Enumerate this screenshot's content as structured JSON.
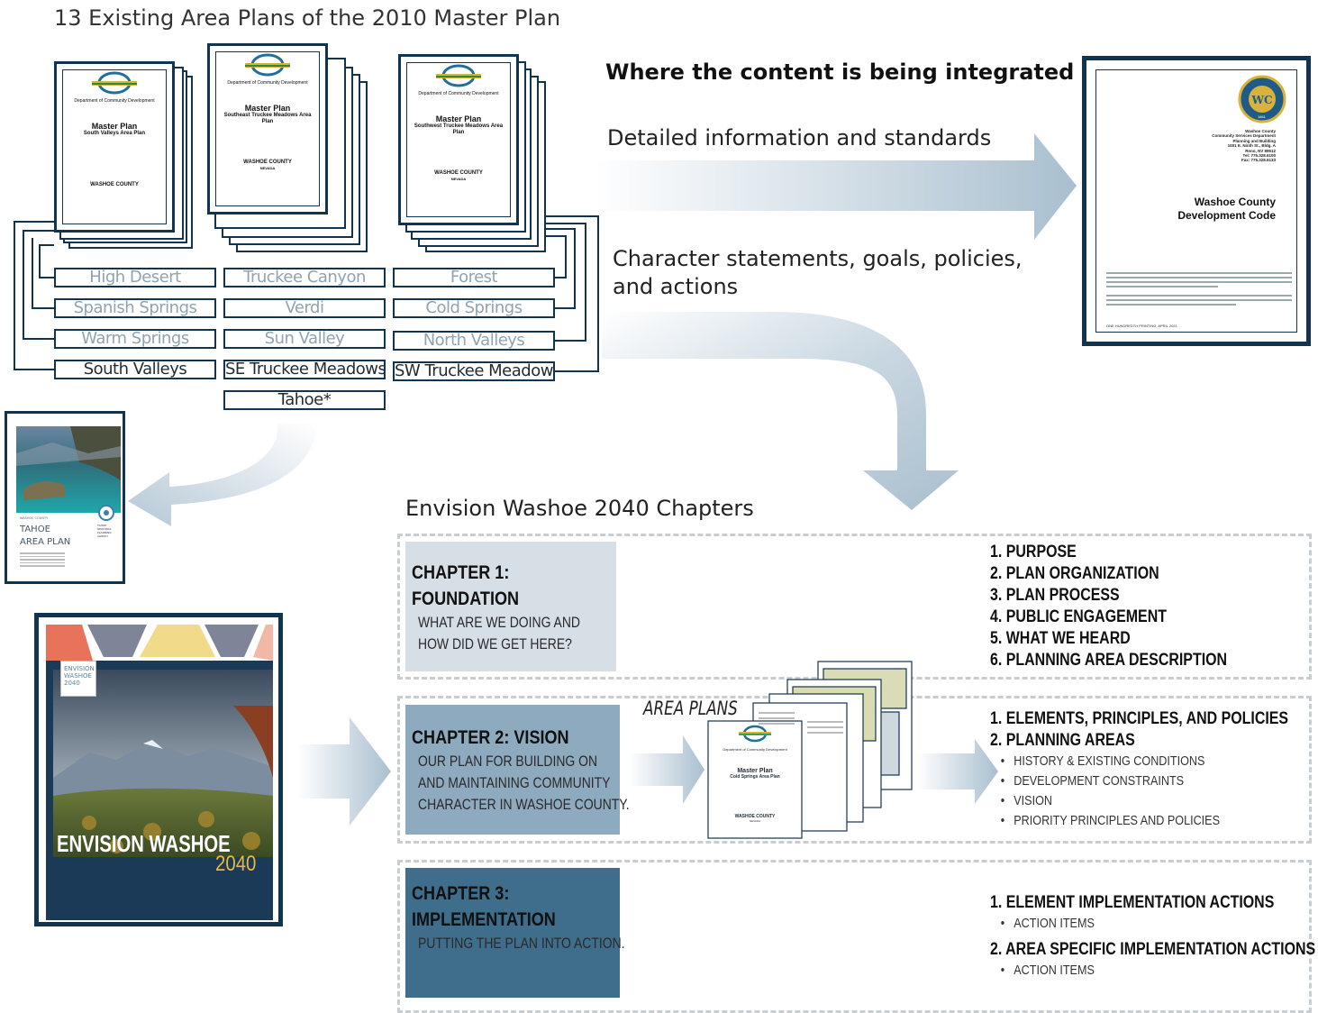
{
  "header": {
    "title": "13 Existing Area Plans of the 2010 Master Plan",
    "where_heading": "Where the content is being integrated"
  },
  "flows": {
    "top_label": "Detailed information and standards",
    "middle_label_line1": "Character statements, goals, policies,",
    "middle_label_line2": "and actions"
  },
  "area_plan_docs": [
    {
      "dept": "Department of Community Development",
      "title": "Master Plan",
      "subtitle": "South Valleys Area Plan",
      "county": "WASHOE COUNTY"
    },
    {
      "dept": "Department of Community Development",
      "title": "Master Plan",
      "subtitle": "Southeast Truckee Meadows Area Plan",
      "county": "WASHOE COUNTY",
      "state": "NEVADA"
    },
    {
      "dept": "Department of Community Development",
      "title": "Master Plan",
      "subtitle": "Southwest Truckee Meadows Area Plan",
      "county": "WASHOE COUNTY",
      "state": "NEVADA"
    }
  ],
  "areas": {
    "col1": [
      "High Desert",
      "Spanish Springs",
      "Warm Springs",
      "South Valleys"
    ],
    "col2": [
      "Truckee Canyon",
      "Verdi",
      "Sun Valley",
      "SE Truckee Meadows",
      "Tahoe*"
    ],
    "col3": [
      "Forest",
      "Cold Springs",
      "North Valleys",
      "SW Truckee Meadows"
    ]
  },
  "tahoe_doc": {
    "county": "WASHOE COUNTY",
    "title_line1": "TAHOE",
    "title_line2": "AREA PLAN",
    "agency": "TAHOE REGIONAL PLANNING AGENCY"
  },
  "envision_cover": {
    "title": "ENVISION WASHOE",
    "year": "2040",
    "badge_line1": "ENVISION",
    "badge_line2": "WASHOE",
    "badge_line3": "2040"
  },
  "dev_code": {
    "seal_year": "1861",
    "address": [
      "Washoe County",
      "Community Services Department",
      "Planning and Building",
      "1001 E. Ninth St., Bldg. A",
      "Reno, NV 89512",
      "Tel: 775.328.6100",
      "Fax: 775.328.6133"
    ],
    "title_line1": "Washoe County",
    "title_line2": "Development Code",
    "footer": "ONE HUNDREDTH PRINTING, APRIL 2021"
  },
  "chapters_heading": "Envision Washoe 2040 Chapters",
  "chapters": [
    {
      "title_line1": "CHAPTER 1:",
      "title_line2": "FOUNDATION",
      "desc": [
        "WHAT ARE WE DOING AND",
        "HOW DID WE GET HERE?"
      ],
      "color": "#d6dee6"
    },
    {
      "title_line1": "CHAPTER 2: VISION",
      "title_line2": "",
      "desc": [
        "OUR PLAN FOR BUILDING ON",
        "AND MAINTAINING COMMUNITY",
        "CHARACTER IN WASHOE COUNTY."
      ],
      "color": "#8eaabf"
    },
    {
      "title_line1": "CHAPTER 3:",
      "title_line2": "IMPLEMENTATION",
      "desc": [
        "PUTTING THE PLAN INTO ACTION."
      ],
      "color": "#3f6d8c"
    }
  ],
  "chapter1_items": [
    "1. PURPOSE",
    "2. PLAN ORGANIZATION",
    "3. PLAN PROCESS",
    "4. PUBLIC ENGAGEMENT",
    "5. WHAT WE HEARD",
    "6. PLANNING AREA DESCRIPTION"
  ],
  "chapter2_items": {
    "item1": "1. ELEMENTS, PRINCIPLES, AND POLICIES",
    "item2": "2. PLANNING AREAS",
    "subs": [
      "HISTORY & EXISTING CONDITIONS",
      "DEVELOPMENT CONSTRAINTS",
      "VISION",
      "PRIORITY PRINCIPLES AND POLICIES"
    ]
  },
  "chapter3_items": {
    "item1": "1. ELEMENT IMPLEMENTATION ACTIONS",
    "sub1": "ACTION ITEMS",
    "item2": "2. AREA SPECIFIC IMPLEMENTATION ACTIONS",
    "sub2": "ACTION ITEMS"
  },
  "area_plans_label": "AREA PLANS",
  "cold_springs_doc": {
    "dept": "Department of Community Development",
    "title": "Master Plan",
    "subtitle": "Cold Springs Area Plan",
    "county": "WASHOE COUNTY",
    "state": "NEVADA"
  },
  "colors": {
    "navy": "#13344f",
    "arrow": "#b7c8d4",
    "dash": "#c8cdd2"
  }
}
